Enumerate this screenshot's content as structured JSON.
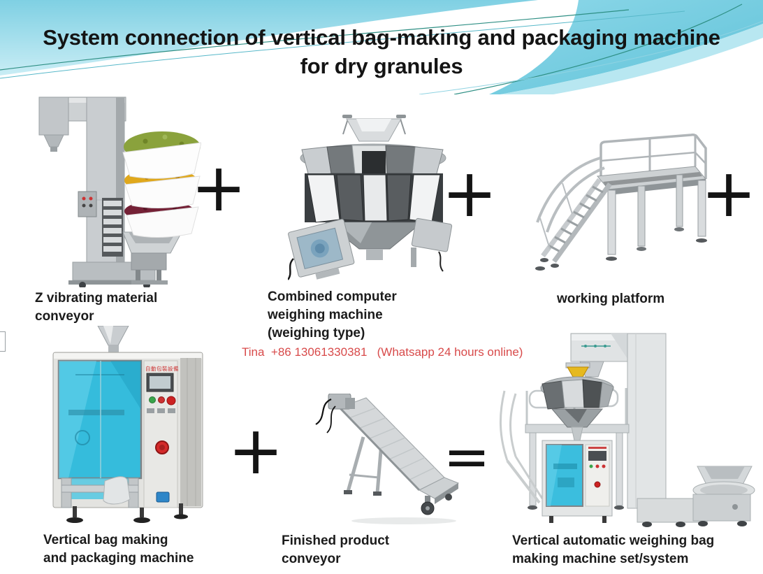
{
  "title": {
    "line1": "System connection of vertical bag-making and packaging machine",
    "line2": "for dry granules"
  },
  "operators": {
    "plus": "+",
    "equals": "="
  },
  "contact": {
    "text": "Tina  +86 13061330381   (Whatsapp 24 hours online)"
  },
  "machines": [
    {
      "id": "z-conveyor",
      "label_lines": [
        "Z vibrating material",
        "conveyor"
      ]
    },
    {
      "id": "combined-weigher",
      "label_lines": [
        "Combined computer",
        "weighing machine",
        "(weighing type)"
      ]
    },
    {
      "id": "working-platform",
      "label_lines": [
        "working platform"
      ]
    },
    {
      "id": "vffs-machine",
      "label_lines": [
        "Vertical bag making",
        "and packaging machine"
      ],
      "panel_text": "自動包裝設備"
    },
    {
      "id": "finished-conveyor",
      "label_lines": [
        "Finished product",
        "conveyor"
      ]
    },
    {
      "id": "full-system",
      "label_lines": [
        "Vertical automatic weighing bag",
        "making machine set/system"
      ]
    }
  ],
  "colors": {
    "wave_cyan": "#84d2e4",
    "wave_cyan_light": "#c9edf5",
    "title_text": "#141414",
    "label_text": "#1b1b1b",
    "contact_red": "#d84a4a",
    "operator_black": "#141414",
    "machine_metal": "#c9cdd0",
    "machine_window_blue": "#35bcdc",
    "granules_green": "#8aa23c",
    "granules_yellow": "#e0a81c",
    "granules_red": "#742136",
    "weigher_top_yellow": "#e6b91e"
  }
}
